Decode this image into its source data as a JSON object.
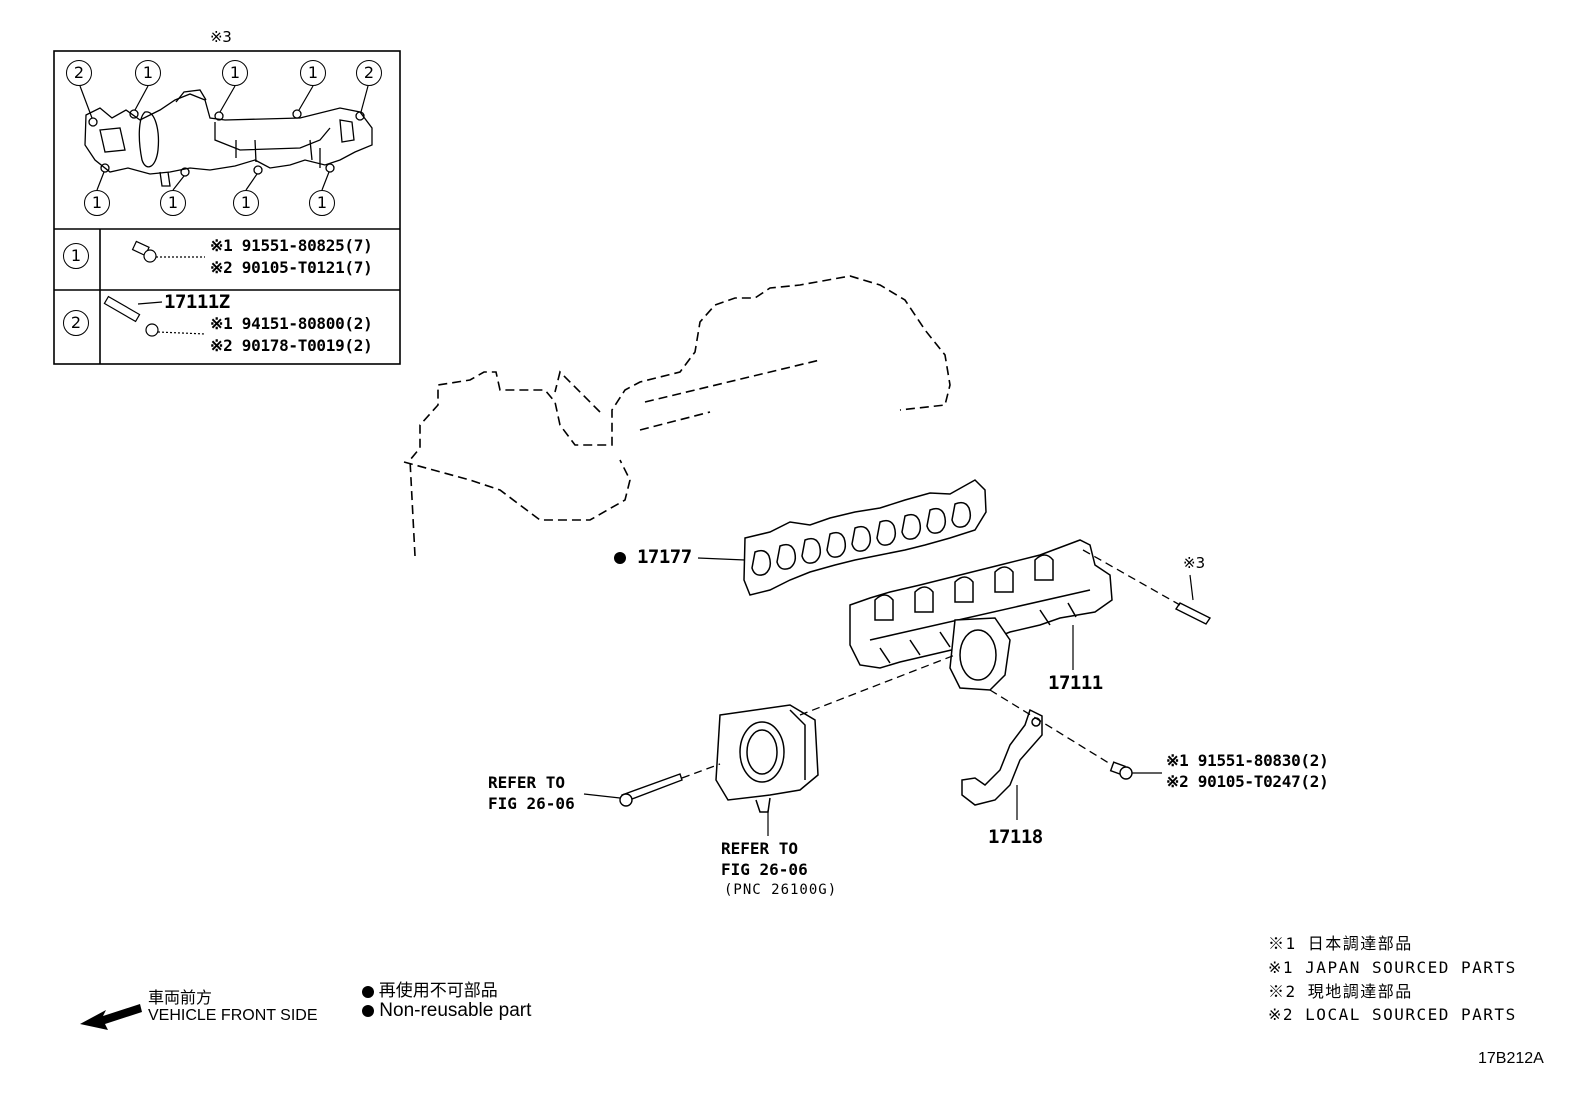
{
  "inset": {
    "note_mark": "※3",
    "callouts_top": [
      "2",
      "1",
      "1",
      "1",
      "2"
    ],
    "callouts_bottom": [
      "1",
      "1",
      "1",
      "1"
    ],
    "row1": {
      "key": "1",
      "lines": [
        "※1 91551-80825(7)",
        "※2 90105-T0121(7)"
      ]
    },
    "row2": {
      "key": "2",
      "part": "17111Z",
      "lines": [
        "※1 94151-80800(2)",
        "※2 90178-T0019(2)"
      ]
    }
  },
  "parts": {
    "gasket": "17177",
    "manifold": "17111",
    "stay": "17118",
    "stud_note": "※3",
    "bolt_lines": [
      "※1 91551-80830(2)",
      "※2 90105-T0247(2)"
    ]
  },
  "refs": {
    "left": [
      "REFER TO",
      "FIG 26-06"
    ],
    "bottom": [
      "REFER TO",
      "FIG 26-06",
      "(PNC 26100G)"
    ]
  },
  "legend_symbols": {
    "jp": "再使用不可部品",
    "en": "Non-reusable part"
  },
  "front": {
    "jp": "車両前方",
    "en": "VEHICLE FRONT SIDE"
  },
  "sourcing": [
    "※1 日本調達部品",
    "※1 JAPAN SOURCED PARTS",
    "※2 現地調達部品",
    "※2 LOCAL SOURCED PARTS"
  ],
  "figure_id": "17B212A"
}
